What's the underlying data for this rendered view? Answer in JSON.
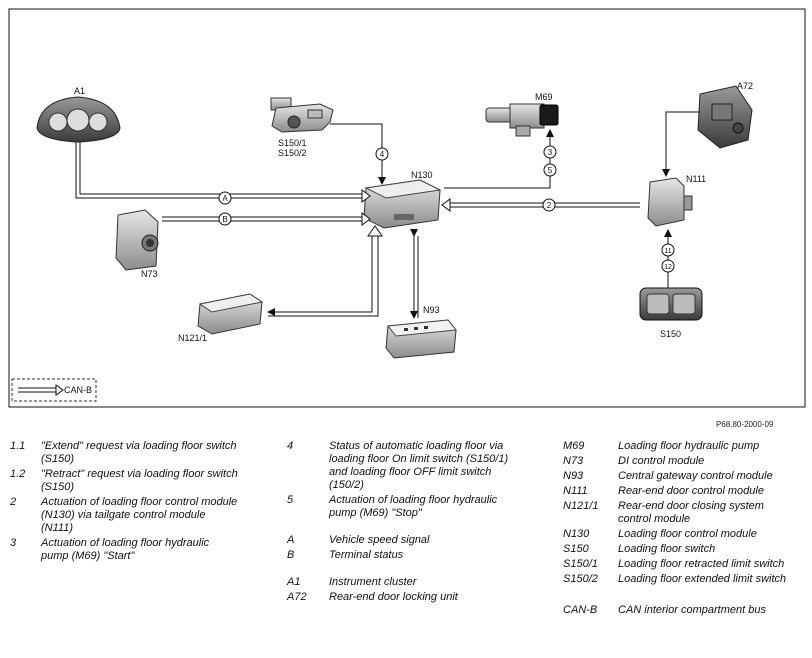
{
  "diagram": {
    "components": {
      "A1": "A1",
      "S150_1": "S150/1",
      "S150_2": "S150/2",
      "N130": "N130",
      "M69": "M69",
      "A72": "A72",
      "N111": "N111",
      "N73": "N73",
      "N121_1": "N121/1",
      "N93": "N93",
      "S150": "S150"
    },
    "markers": {
      "A": "A",
      "B": "B",
      "m2": "2",
      "m3": "3",
      "m4": "4",
      "m5": "5",
      "m11": "11",
      "m12": "12"
    },
    "legend_box": "CAN-B"
  },
  "reference_code": "P68.80-2000-09",
  "legend": {
    "col1": [
      {
        "key": "1.1",
        "text": "\"Extend\" request via loading floor switch (S150)"
      },
      {
        "key": "1.2",
        "text": "\"Retract\" request via loading floor switch (S150)"
      },
      {
        "key": "2",
        "text": "Actuation of loading floor control module (N130) via tailgate control module (N111)"
      },
      {
        "key": "3",
        "text": "Actuation of loading floor hydraulic pump (M69) \"Start\""
      }
    ],
    "col2": [
      {
        "key": "4",
        "text": "Status of automatic loading floor via loading floor On limit switch (S150/1) and loading floor OFF limit switch (150/2)"
      },
      {
        "key": "5",
        "text": "Actuation of loading floor hydraulic pump (M69) \"Stop\""
      },
      {
        "key": "A",
        "text": "Vehicle speed signal"
      },
      {
        "key": "B",
        "text": "Terminal status"
      },
      {
        "key": "A1",
        "text": "Instrument cluster"
      },
      {
        "key": "A72",
        "text": "Rear-end door locking unit"
      }
    ],
    "col3": [
      {
        "key": "M69",
        "text": "Loading floor hydraulic pump"
      },
      {
        "key": "N73",
        "text": "DI control module"
      },
      {
        "key": "N93",
        "text": "Central gateway control module"
      },
      {
        "key": "N111",
        "text": "Rear-end door control module"
      },
      {
        "key": "N121/1",
        "text": "Rear-end door closing system control module"
      },
      {
        "key": "N130",
        "text": "Loading floor control module"
      },
      {
        "key": "S150",
        "text": "Loading floor switch"
      },
      {
        "key": "S150/1",
        "text": "Loading floor retracted limit switch"
      },
      {
        "key": "S150/2",
        "text": "Loading floor extended limit switch"
      },
      {
        "key": "CAN-B",
        "text": "CAN interior compartment bus"
      }
    ]
  }
}
